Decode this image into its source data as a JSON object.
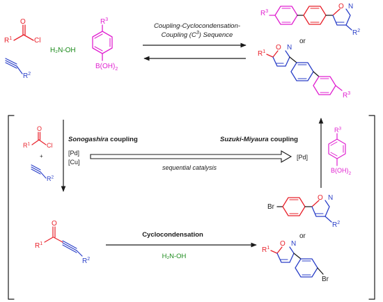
{
  "colors": {
    "acyl": "#e8202a",
    "alkyne": "#2a3fc8",
    "boronic": "#e020d0",
    "reagent": "#1a8a1a",
    "ink": "#1a1a1a"
  },
  "top": {
    "arrow_label_line1": "Coupling-Cyclocondensation-",
    "arrow_label_line2": "Coupling (C",
    "arrow_label_sup": "3",
    "arrow_label_line2_end": ") Sequence",
    "acid_chloride": {
      "r": "R",
      "r_sup": "1",
      "o": "O",
      "cl": "Cl"
    },
    "alkyne": {
      "r": "R",
      "r_sup": "2"
    },
    "hydroxylamine": "H₂N-OH",
    "boronic": {
      "r": "R",
      "r_sup": "3",
      "b": "B(OH)",
      "b_sub": "2"
    },
    "or": "or",
    "prod1": {
      "r3": "R",
      "r3_sup": "3",
      "o": "O",
      "n": "N",
      "r2": "R",
      "r2_sup": "2"
    },
    "prod2": {
      "r1": "R",
      "r1_sup": "1",
      "o": "O",
      "n": "N",
      "r3": "R",
      "r3_sup": "3"
    }
  },
  "bottom": {
    "sonogashira_em": "Sonogashira",
    "sonogashira_rest": " coupling",
    "pd": "[Pd]",
    "cu": "[Cu]",
    "plus": "+",
    "sequential": "sequential catalysis",
    "suzuki_em": "Suzuki-Miyaura",
    "suzuki_rest": " coupling",
    "suzuki_pd": "[Pd]",
    "cyclocondensation": "Cyclocondensation",
    "h2noh": "H₂N-OH",
    "ynone": {
      "o": "O",
      "r1": "R",
      "r1_sup": "1",
      "r2": "R",
      "r2_sup": "2"
    },
    "br1": "Br",
    "br2": "Br",
    "or": "or",
    "int1": {
      "o": "O",
      "n": "N",
      "r2": "R",
      "r2_sup": "2"
    },
    "int2": {
      "r1": "R",
      "r1_sup": "1",
      "o": "O",
      "n": "N"
    }
  }
}
